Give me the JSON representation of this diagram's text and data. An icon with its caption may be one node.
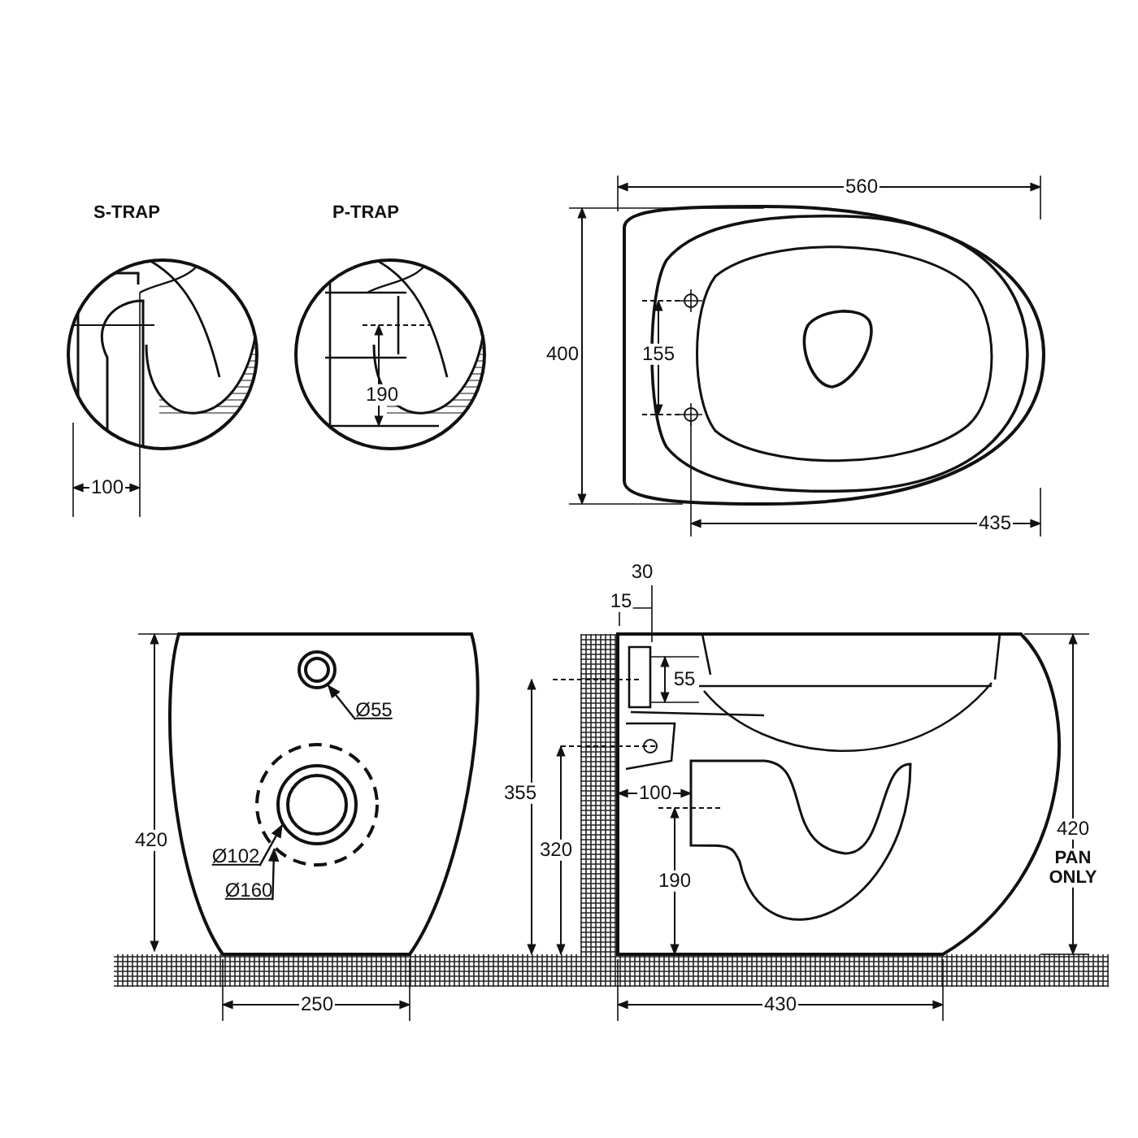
{
  "diagram": {
    "nodes": [
      {
        "text": [
          "Ø55"
        ]
      },
      {
        "text": [],
        "shape": "circle"
      },
      {
        "text": [],
        "shape": "circle"
      },
      {
        "text": [],
        "shape": "circle",
        "in": 2
      },
      {
        "text": [
          "Ø102"
        ]
      },
      {
        "text": [
          "Ø160"
        ]
      }
    ],
    "edges": [
      {
        "from": 0,
        "to": 1,
        "arrow": "to"
      },
      {
        "from": 4,
        "to": 3,
        "arrow": "to"
      },
      {
        "from": 5,
        "to": 2,
        "arrow": "to"
      }
    ],
    "labels": [
      "S-TRAP",
      "P-TRAP",
      "560",
      "400",
      "155",
      "190",
      "100",
      "435",
      "30",
      "15",
      "55",
      "420",
      "355",
      "100",
      "320",
      "190",
      "420",
      "PAN ONLY",
      "250",
      "430"
    ]
  }
}
